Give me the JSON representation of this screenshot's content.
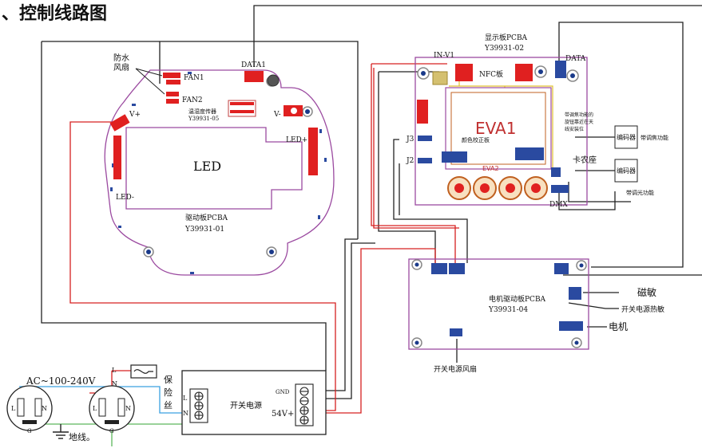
{
  "header": {
    "title": "、控制线路图"
  },
  "driver_board": {
    "fans": "防水\n风扇",
    "fan1": "FAN1",
    "fan2": "FAN2",
    "data1": "DATA1",
    "temp_sensor": "温湿度传器",
    "temp_sensor_id": "Y39931-05",
    "v_plus": "V+",
    "v_minus": "V-",
    "led": "LED",
    "led_plus": "LED+",
    "led_minus": "LED-",
    "name": "驱动板PCBA",
    "id": "Y39931-01"
  },
  "display_board": {
    "name": "显示板PCBA",
    "id": "Y39931-02",
    "in_v1": "IN-V1",
    "data": "DATA",
    "nfc": "NFC板",
    "eva1": "EVA1",
    "eva2": "EVA2",
    "color_board": "颜色校正板",
    "j3": "J3",
    "j2": "J2",
    "dmx": "DMX",
    "card_slot": "卡农座",
    "focus_note": "带调焦功能的\n旋钮靠近在天\n线安装位"
  },
  "encoders": {
    "label1": "编码器",
    "label2": "编码器",
    "focus": "带调焦功能",
    "light": "带调光功能"
  },
  "motor_board": {
    "name": "电机驱动板PCBA",
    "id": "Y39931-04",
    "magnet": "磁敏",
    "thermal": "开关电源热敏",
    "motor": "电机",
    "psu_fan": "开关电源风扇"
  },
  "power": {
    "ac": "AC~100-240V",
    "l": "L",
    "n": "N",
    "g": "G",
    "fuse": "保\n险\n丝",
    "ground": "地线。",
    "psu": "开关电源",
    "gnd": "GND",
    "v54": "54V+"
  }
}
